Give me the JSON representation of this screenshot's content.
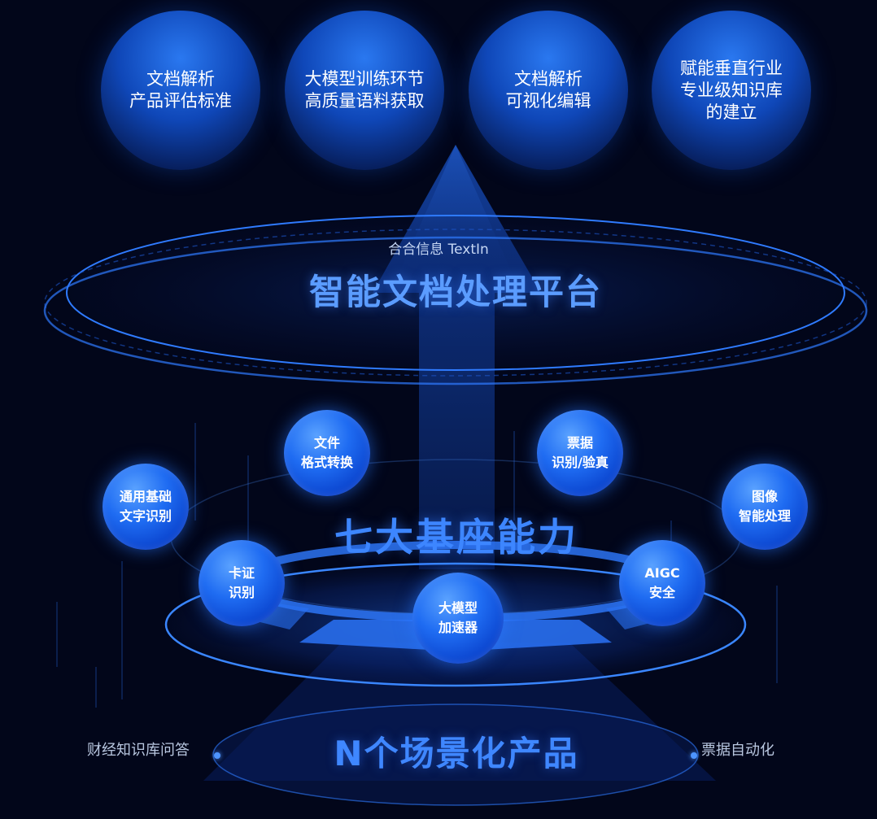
{
  "top_goals": [
    {
      "lines": [
        "文档解析",
        "产品评估标准"
      ]
    },
    {
      "lines": [
        "大模型训练环节",
        "高质量语料获取"
      ]
    },
    {
      "lines": [
        "文档解析",
        "可视化编辑"
      ]
    },
    {
      "lines": [
        "赋能垂直行业",
        "专业级知识库",
        "的建立"
      ]
    }
  ],
  "platform": {
    "subtitle": "合合信息 TextIn",
    "title": "智能文档处理平台"
  },
  "core": {
    "title": "七大基座能力",
    "nodes": [
      {
        "lines": [
          "通用基础",
          "文字识别"
        ]
      },
      {
        "lines": [
          "文件",
          "格式转换"
        ]
      },
      {
        "lines": [
          "票据",
          "识别/验真"
        ]
      },
      {
        "lines": [
          "图像",
          "智能处理"
        ]
      },
      {
        "lines": [
          "卡证",
          "识别"
        ]
      },
      {
        "lines": [
          "大模型",
          "加速器"
        ]
      },
      {
        "lines": [
          "AIGC",
          "安全"
        ]
      }
    ]
  },
  "products": {
    "title": "N个场景化产品",
    "left_scene": "财经知识库问答",
    "right_scene": "票据自动化"
  },
  "colors": {
    "background": "#02061a",
    "accent": "#3f87ff",
    "node_fill": "#1f6cf2"
  }
}
